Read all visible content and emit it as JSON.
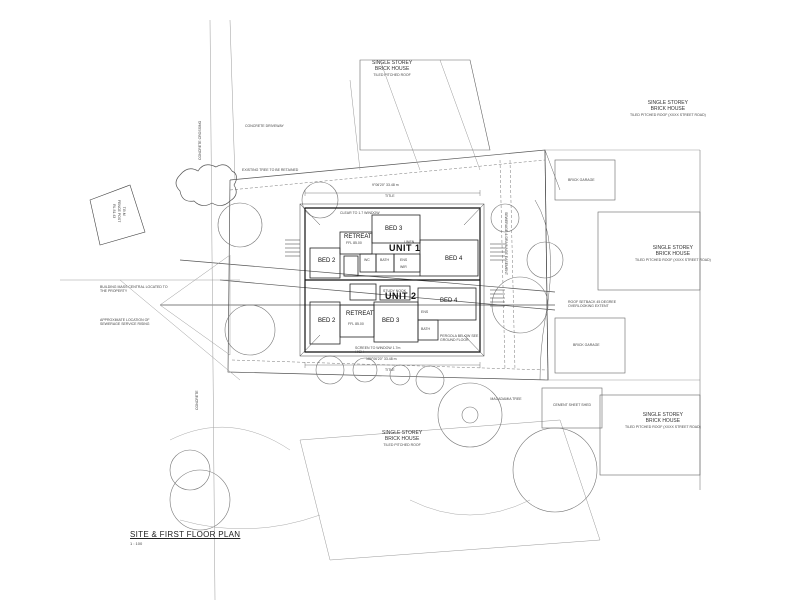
{
  "drawing": {
    "title": "SITE & FIRST FLOOR PLAN",
    "scale": "1 : 100"
  },
  "neighbours": {
    "north": {
      "line1": "SINGLE STOREY",
      "line2": "BRICK HOUSE",
      "note": "TILED PITCHED ROOF"
    },
    "north_east": {
      "line1": "SINGLE STOREY",
      "line2": "BRICK HOUSE",
      "note": "TILED PITCHED ROOF (XXXX STREET ROAD)"
    },
    "east": {
      "line1": "SINGLE STOREY",
      "line2": "BRICK HOUSE",
      "note": "TILED PITCHED ROOF (XXXX STREET ROAD)"
    },
    "south_east": {
      "line1": "SINGLE STOREY",
      "line2": "BRICK HOUSE",
      "note": "TILED PITCHED ROOF (XXXX STREET ROAD)"
    },
    "south": {
      "line1": "SINGLE STOREY",
      "line2": "BRICK HOUSE",
      "note": "TILED PITCHED ROOF"
    }
  },
  "structures": {
    "garage_top": "BRICK GARAGE",
    "garage_bottom": "BRICK GARAGE",
    "shed": "CEMENT SHEET SHED",
    "driveway": "CONCRETE DRIVEWAY",
    "concrete_top": "CONCRETE CROSSING",
    "concrete_bottom": "CONCRETE"
  },
  "units": {
    "unit1": {
      "label": "UNIT 1",
      "rooms": [
        "BED 2",
        "BED 3",
        "BED 4",
        "RETREAT",
        "BATH",
        "WC",
        "LINEN",
        "ENS",
        "WIR"
      ],
      "note": "FFL 85.00"
    },
    "unit2": {
      "label": "UNIT 2",
      "rooms": [
        "BED 2",
        "BED 3",
        "BED 4",
        "RETREAT",
        "BATH",
        "ENS",
        "STUDY NOOK"
      ],
      "note": "FFL 85.00"
    }
  },
  "dimensions": {
    "top": "9°06'20\"  33.48 m",
    "bottom": "189°06'20\"  33.48 m",
    "top_sub": "TITLE",
    "bottom_sub": "TITLE"
  },
  "notes": {
    "left1": "BUILDING MASS CENTRAL LOCATED TO THE PROPERTY",
    "left2": "APPROXIMATE LOCATION OF SEWERAGE SERVICE RISING",
    "right1": "ROOF SETBACK 45 DEGREE OVERLOOKING EXTENT",
    "right2": "PERGOLA BELOW SEE GROUND FLOOR",
    "screen": "SCREEN TO WINDOW 1.7m HIGH",
    "easement": "SEWERAGE & DRAINAGE EASEMENT",
    "clear": "CLEAR TO 1.7 WINDOW",
    "tree": "MACADAMIA TREE",
    "retain": "EXISTING TREE TO BE RETAINED"
  },
  "sign": {
    "line1": "T.B.M",
    "line2": "FENCE POST",
    "line3": "RL 81.43"
  }
}
